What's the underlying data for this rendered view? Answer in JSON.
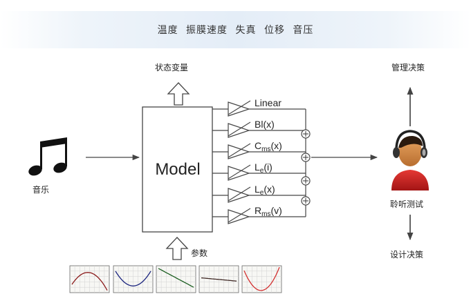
{
  "header": {
    "title": "温度  振膜速度  失真  位移  音压"
  },
  "labels": {
    "state_variables": "状态变量",
    "management_decision": "管理决策",
    "music": "音乐",
    "listening_test": "聆听测试",
    "parameters": "参数",
    "design_decision": "设计决策"
  },
  "model": {
    "title": "Model"
  },
  "branches": [
    {
      "label": "Linear",
      "main": "Linear",
      "sub": ""
    },
    {
      "label": "Bl(x)",
      "main": "Bl(x)",
      "sub": ""
    },
    {
      "label": "Cms(x)",
      "main": "C",
      "sub": "ms",
      "tail": "(x)"
    },
    {
      "label": "Le(i)",
      "main": "L",
      "sub": "e",
      "tail": "(i)"
    },
    {
      "label": "Le(x)",
      "main": "L",
      "sub": "e",
      "tail": "(x)"
    },
    {
      "label": "Rms(v)",
      "main": "R",
      "sub": "ms",
      "tail": "(v)"
    }
  ],
  "parameter_plots": [
    {
      "shape": "hump",
      "color": "#8b1a1a"
    },
    {
      "shape": "bowl",
      "color": "#1a237e"
    },
    {
      "shape": "decline",
      "color": "#1b5e20"
    },
    {
      "shape": "flat-decline",
      "color": "#3e2723"
    },
    {
      "shape": "u-curve",
      "color": "#d32f2f"
    }
  ]
}
